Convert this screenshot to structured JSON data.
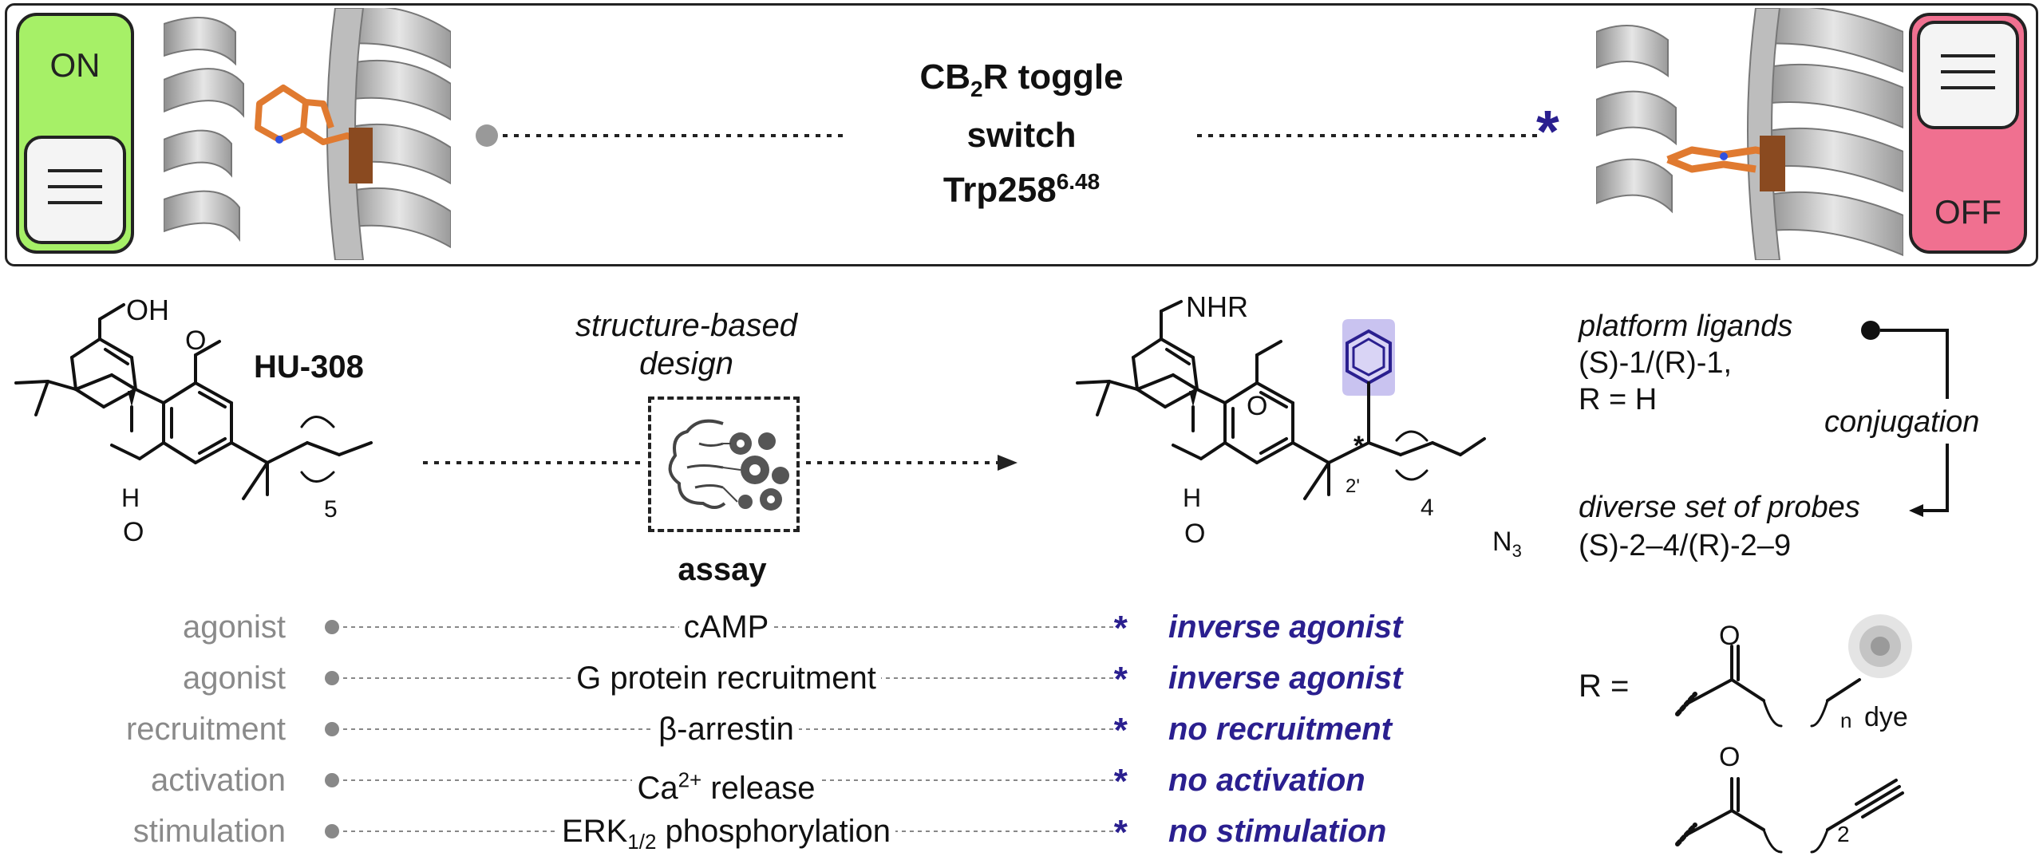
{
  "toggle": {
    "on_label": "ON",
    "off_label": "OFF",
    "title_line1_pre": "CB",
    "title_line1_sub": "2",
    "title_line1_post": "R toggle",
    "title_line2": "switch",
    "title_line3_pre": "Trp258",
    "title_line3_sup": "6.48"
  },
  "left_molecule": {
    "name": "HU-308",
    "oh": "OH",
    "h": "H",
    "subscript_5": "5"
  },
  "design": {
    "line1": "structure-based",
    "line2": "design",
    "assay": "assay"
  },
  "right_molecule": {
    "nhr": "NHR",
    "h": "H",
    "n3_pre": "N",
    "n3_sub": "3",
    "stereo_label": "2'",
    "subscript_4": "4",
    "star": "*"
  },
  "platform": {
    "line1": "platform ligands",
    "line2": "(S)-1/(R)-1,",
    "line3": "R = H",
    "conjugation": "conjugation",
    "probes_line1": "diverse set of probes",
    "probes_line2": "(S)-2–4/(R)-2–9",
    "r_equals": "R =",
    "o1": "O",
    "o2": "O",
    "n_sub": "n",
    "dye": "dye",
    "two_sub": "2"
  },
  "assays": [
    {
      "left": "agonist",
      "center": "cAMP",
      "right": "inverse agonist"
    },
    {
      "left": "agonist",
      "center": "G protein recruitment",
      "right": "inverse agonist"
    },
    {
      "left": "recruitment",
      "center": "β-arrestin",
      "right": "no recruitment"
    },
    {
      "left": "activation",
      "center_pre": "Ca",
      "center_sup": "2+",
      "center_post": " release",
      "right": "no activation"
    },
    {
      "left": "stimulation",
      "center_pre": "ERK",
      "center_sub": "1/2",
      "center_post": " phosphorylation",
      "right": "no stimulation"
    }
  ],
  "colors": {
    "on_green": "#a6f067",
    "off_pink": "#f07090",
    "star_blue": "#2a1f8f",
    "phenyl_highlight": "#c9c3f0",
    "orange": "#e07a30"
  }
}
